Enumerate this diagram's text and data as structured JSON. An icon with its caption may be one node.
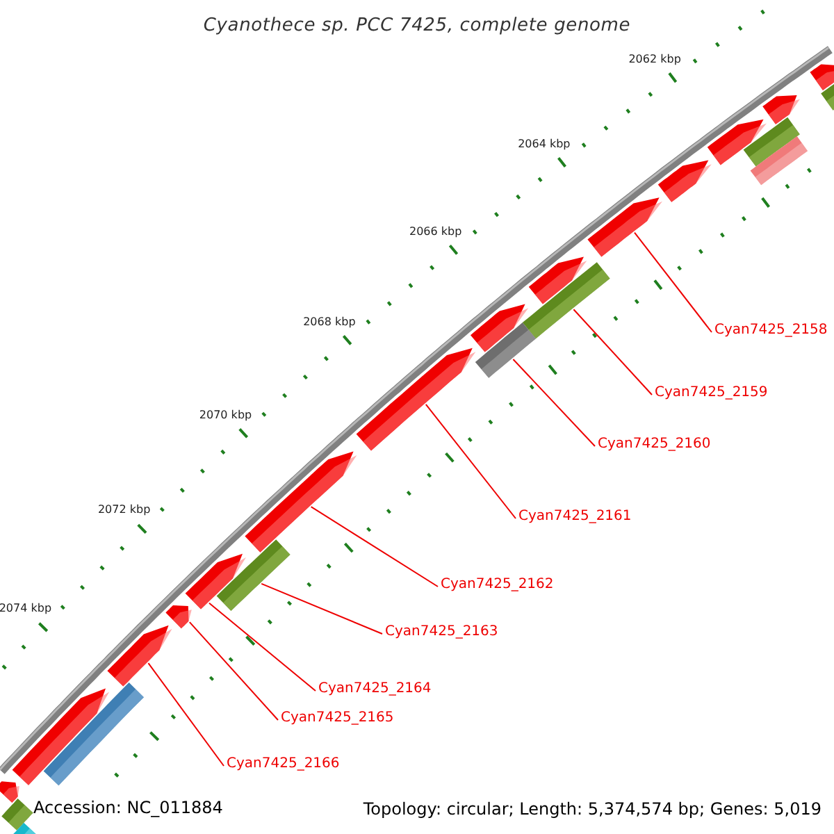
{
  "diagram": {
    "title": "Cyanothece sp. PCC 7425, complete genome",
    "nodes": [
      {
        "text": [
          "Cyan7425_2158"
        ]
      },
      {
        "text": [
          "Cyan7425_2159"
        ]
      },
      {
        "text": [
          "Cyan7425_2160"
        ]
      },
      {
        "text": [
          "Cyan7425_2161"
        ]
      },
      {
        "text": [
          "Cyan7425_2162"
        ]
      },
      {
        "text": [
          "Cyan7425_2163"
        ]
      },
      {
        "text": [
          "Cyan7425_2164"
        ]
      },
      {
        "text": [
          "Cyan7425_2165"
        ]
      },
      {
        "text": [
          "Cyan7425_2166"
        ]
      },
      {
        "text": [],
        "shape": "arrow"
      },
      {
        "text": [],
        "shape": "bar"
      },
      {
        "text": [],
        "shape": "arrow"
      },
      {
        "text": [],
        "shape": "bar"
      },
      {
        "text": [],
        "shape": "bar"
      },
      {
        "text": [],
        "shape": "arrow"
      },
      {
        "text": [],
        "shape": "arrow"
      },
      {
        "text": [],
        "shape": "arrow"
      },
      {
        "text": [],
        "shape": "bar"
      },
      {
        "text": [],
        "shape": "arrow"
      },
      {
        "text": [],
        "shape": "arrow"
      },
      {
        "text": [],
        "shape": "bar"
      },
      {
        "text": [],
        "shape": "arrow"
      },
      {
        "text": [],
        "shape": "arrow"
      },
      {
        "text": [],
        "shape": "bar"
      },
      {
        "text": [],
        "shape": "arrow"
      },
      {
        "text": [],
        "shape": "arrow"
      },
      {
        "text": [],
        "shape": "arrow"
      },
      {
        "text": [],
        "shape": "bar"
      },
      {
        "text": [],
        "shape": "arrow"
      },
      {
        "text": [],
        "shape": "bar"
      },
      {
        "text": [],
        "shape": "arrow"
      },
      {
        "text": [],
        "shape": "bar"
      }
    ],
    "edges": [
      {
        "from": 0,
        "to": 16,
        "arrow": "none"
      },
      {
        "from": 1,
        "to": 17,
        "arrow": "none"
      },
      {
        "from": 2,
        "to": 20,
        "arrow": "none"
      },
      {
        "from": 3,
        "to": 21,
        "arrow": "none"
      },
      {
        "from": 4,
        "to": 22,
        "arrow": "none"
      },
      {
        "from": 5,
        "to": 23,
        "arrow": "none"
      },
      {
        "from": 6,
        "to": 24,
        "arrow": "none"
      },
      {
        "from": 7,
        "to": 25,
        "arrow": "none"
      },
      {
        "from": 8,
        "to": 26,
        "arrow": "none"
      }
    ],
    "labels": [
      "2062 kbp",
      "2064 kbp",
      "2066 kbp",
      "2068 kbp",
      "2070 kbp",
      "2072 kbp",
      "2074 kbp",
      "Accession: NC_011884",
      "Topology: circular; Length: 5,374,574 bp; Genes: 5,019"
    ]
  }
}
